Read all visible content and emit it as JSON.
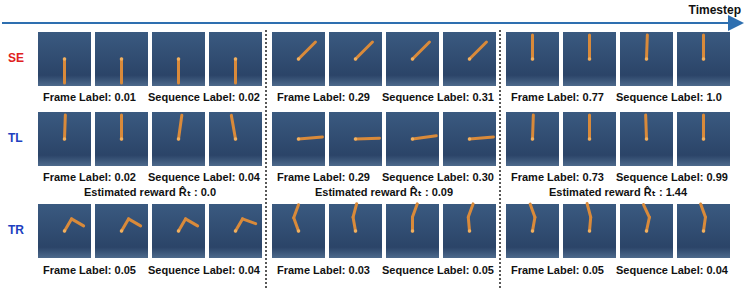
{
  "diagram": {
    "labels": [
      "Timestep",
      "SE",
      "Frame Label: 0.01",
      "Sequence Label: 0.02",
      "Frame Label: 0.29",
      "Sequence Label: 0.31",
      "Frame Label: 0.77",
      "Sequence Label: 1.0",
      "TL",
      "Frame Label: 0.02",
      "Sequence Label: 0.04",
      "Frame Label: 0.29",
      "Sequence Label: 0.30",
      "Frame Label: 0.73",
      "Sequence Label: 0.99",
      "Estimated reward R̂ₜ : 0.0",
      "Estimated reward R̂ₜ : 0.09",
      "Estimated reward R̂ₜ : 1.44",
      "TR",
      "Frame Label: 0.05",
      "Sequence Label: 0.04",
      "Frame Label: 0.03",
      "Sequence Label: 0.05",
      "Frame Label: 0.05",
      "Sequence Label: 0.04"
    ]
  }
}
